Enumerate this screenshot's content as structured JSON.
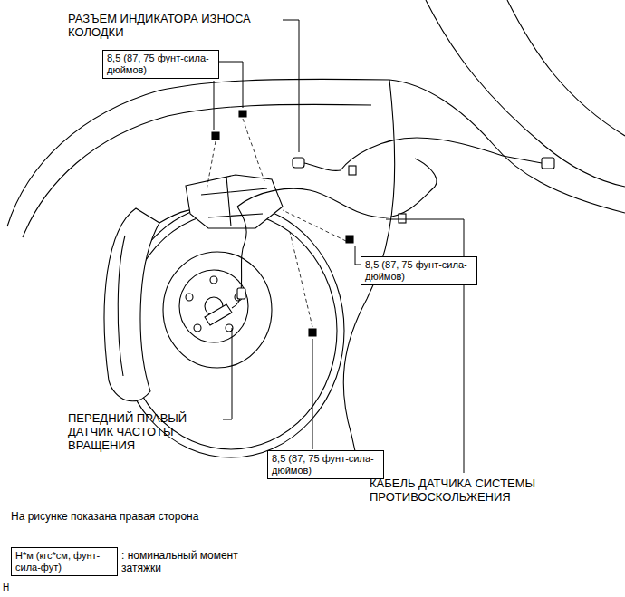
{
  "diagram": {
    "nodes": [
      {
        "text": [
          "8,5 (87, 75 фунт-сила-дюймов)"
        ]
      },
      {
        "text": [
          "8,5 (87, 75 фунт-сила-дюймов)"
        ]
      },
      {
        "text": [
          "8,5 (87, 75 фунт-сила-дюймов)"
        ]
      },
      {
        "text": [
          "Н*м (кгс*см, фунт-сила-фут)"
        ]
      }
    ],
    "labels": [
      "РАЗЪЕМ ИНДИКАТОРА ИЗНОСА КОЛОДКИ",
      "ПЕРЕДНИЙ ПРАВЫЙ ДАТЧИК ЧАСТОТЫ ВРАЩЕНИЯ",
      "КАБЕЛЬ ДАТЧИКА СИСТЕМЫ ПРОТИВОСКОЛЬЖЕНИЯ",
      "На рисунке показана правая сторона",
      ": номинальный момент затяжки",
      "H"
    ]
  }
}
